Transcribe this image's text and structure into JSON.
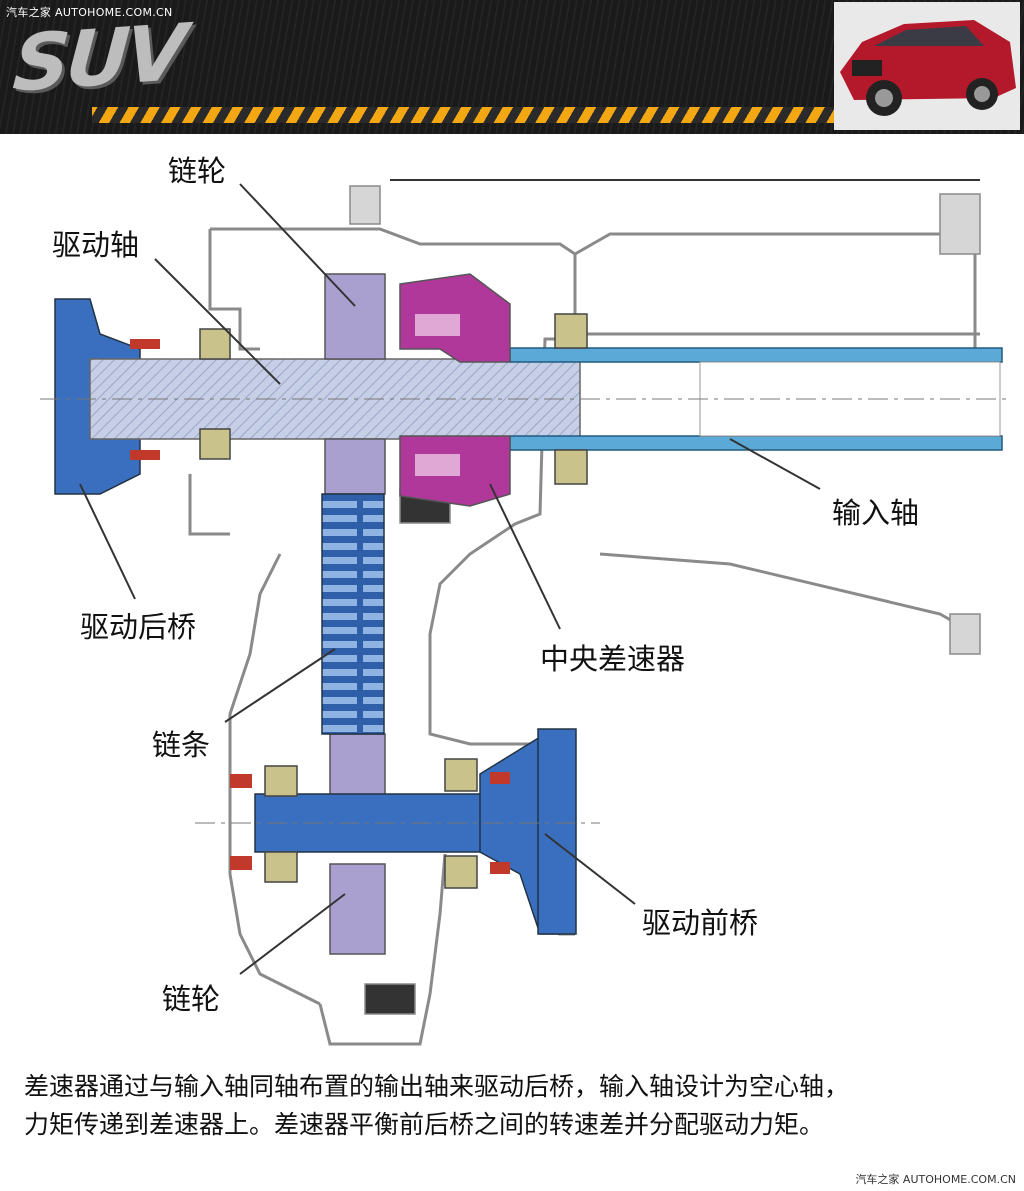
{
  "banner": {
    "watermark": "汽车之家 AUTOHOME.COM.CN",
    "title": "SUV",
    "stripe_color": "#f3a713"
  },
  "labels": {
    "sprocket_top": "链轮",
    "drive_shaft": "驱动轴",
    "input_shaft": "输入轴",
    "rear_axle": "驱动后桥",
    "center_diff": "中央差速器",
    "chain": "链条",
    "front_axle": "驱动前桥",
    "sprocket_bottom": "链轮"
  },
  "caption": {
    "line1": "差速器通过与输入轴同轴布置的输出轴来驱动后桥，输入轴设计为空心轴，",
    "line2": "力矩传递到差速器上。差速器平衡前后桥之间的转速差并分配驱动力矩。"
  },
  "footer": {
    "watermark": "汽车之家 AUTOHOME.COM.CN"
  },
  "colors": {
    "shaft_blue": "#3a6fbf",
    "input_shaft_blue": "#5aa9d6",
    "sprocket_purple": "#a9a0d0",
    "diff_magenta": "#b0389a",
    "bearing_olive": "#c9c28a",
    "housing_gray": "#b8b8b8"
  }
}
